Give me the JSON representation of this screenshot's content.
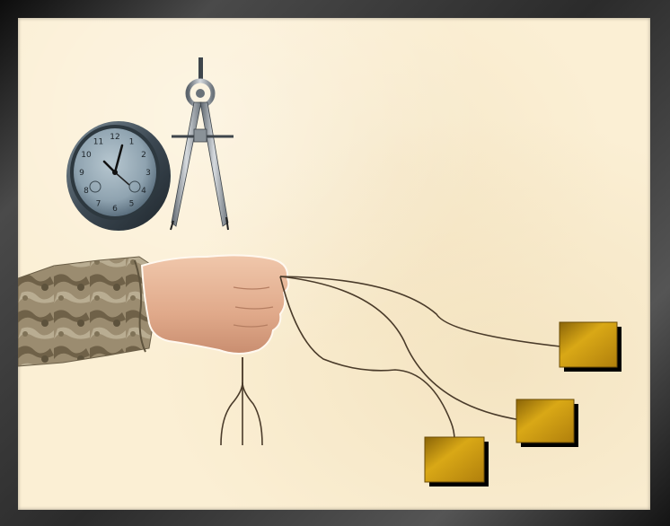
{
  "slide": {
    "icons": {
      "clock": "wall-clock-icon",
      "compass": "drafting-compass-icon",
      "hand": "fist-hand-icon",
      "boxes": "gold-box-icon"
    },
    "clock_numerals": [
      "12",
      "1",
      "2",
      "3",
      "4",
      "5",
      "6",
      "7",
      "8",
      "9",
      "10",
      "11"
    ],
    "colors": {
      "background": "#fbefd4",
      "frame": "#2b2b2b",
      "box_gold": "#c99a12",
      "box_shadow": "#000000",
      "string": "#4a3b2a",
      "clock_face": "#8fa3b0",
      "sleeve_camo": "#8a7a5e",
      "skin": "#e8b99a"
    }
  }
}
